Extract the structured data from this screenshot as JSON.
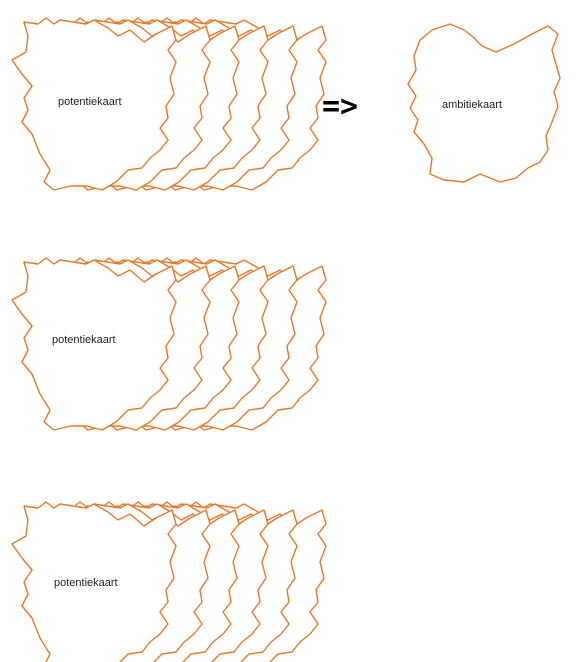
{
  "colors": {
    "outline": "#e8782a",
    "text": "#222222",
    "arrow": "#000000",
    "background": "#ffffff"
  },
  "stacks": [
    {
      "label": "potentiekaart"
    },
    {
      "label": "potentiekaart"
    },
    {
      "label": "potentiekaart"
    }
  ],
  "arrow": {
    "text": "=>"
  },
  "result": {
    "label": "ambitiekaart"
  }
}
